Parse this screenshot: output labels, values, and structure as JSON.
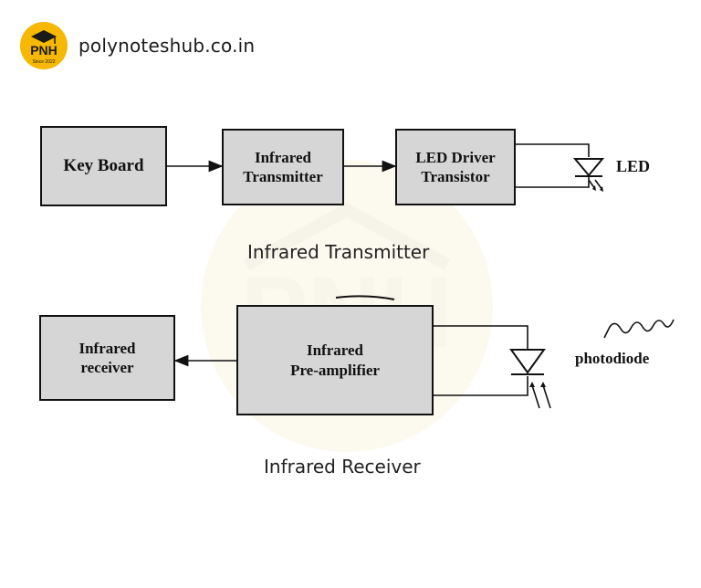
{
  "header": {
    "site": "polynoteshub.co.in",
    "logo_text": "PNH",
    "logo_since": "Since 2022"
  },
  "transmitter": {
    "keyboard": "Key Board",
    "ir_tx": "Infrared\nTransmitter",
    "led_driver": "LED Driver\nTransistor",
    "led": "LED",
    "caption": "Infrared Transmitter"
  },
  "receiver": {
    "ir_rx": "Infrared\nreceiver",
    "preamp": "Infrared\nPre-amplifier",
    "photodiode": "photodiode",
    "caption": "Infrared Receiver"
  },
  "colors": {
    "box_fill": "#d6d6d6",
    "line": "#111111",
    "logo_bg": "#f6b800",
    "logo_fg": "#1a1a1a"
  }
}
